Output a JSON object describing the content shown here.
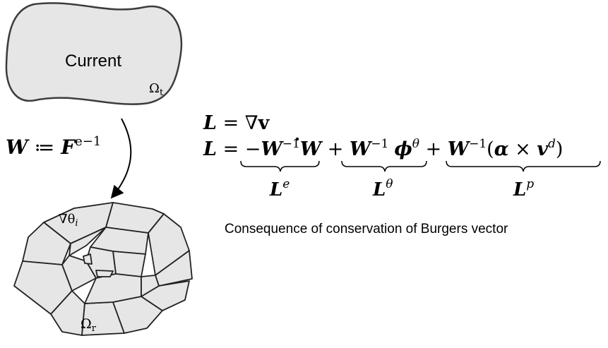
{
  "current_config": {
    "label": "Current",
    "domain_symbol": "Ω",
    "domain_subscript": "t"
  },
  "reference_config": {
    "domain_symbol": "Ω",
    "domain_subscript": "r",
    "gradient_label": "∇θ",
    "gradient_subscript": "i"
  },
  "mapping": {
    "lhs": "W",
    "assign": " ≔ ",
    "rhs": "F",
    "rhs_superscript": "e−1"
  },
  "equation_1": {
    "lhs": "L",
    "equals": " = ",
    "nabla": "∇",
    "v": "v"
  },
  "equation_2": {
    "lhs": "L",
    "equals": " = ",
    "term1": {
      "sign": "−",
      "W": "W",
      "exp": "−1",
      "Wdot": "W",
      "under_label": "L",
      "under_sup": "e"
    },
    "plus1": " + ",
    "term2": {
      "W": "W",
      "exp": "−1",
      "phi": "ϕ",
      "phi_sup": "θ",
      "under_label": "L",
      "under_sup": "θ"
    },
    "plus2": " + ",
    "term3": {
      "W": "W",
      "exp": "−1",
      "open": "(",
      "alpha": "α",
      "times": " × ",
      "v": "v",
      "v_sup": "d",
      "close": ")",
      "under_label": "L",
      "under_sup": "p"
    }
  },
  "caption": "Consequence of conservation of Burgers vector"
}
